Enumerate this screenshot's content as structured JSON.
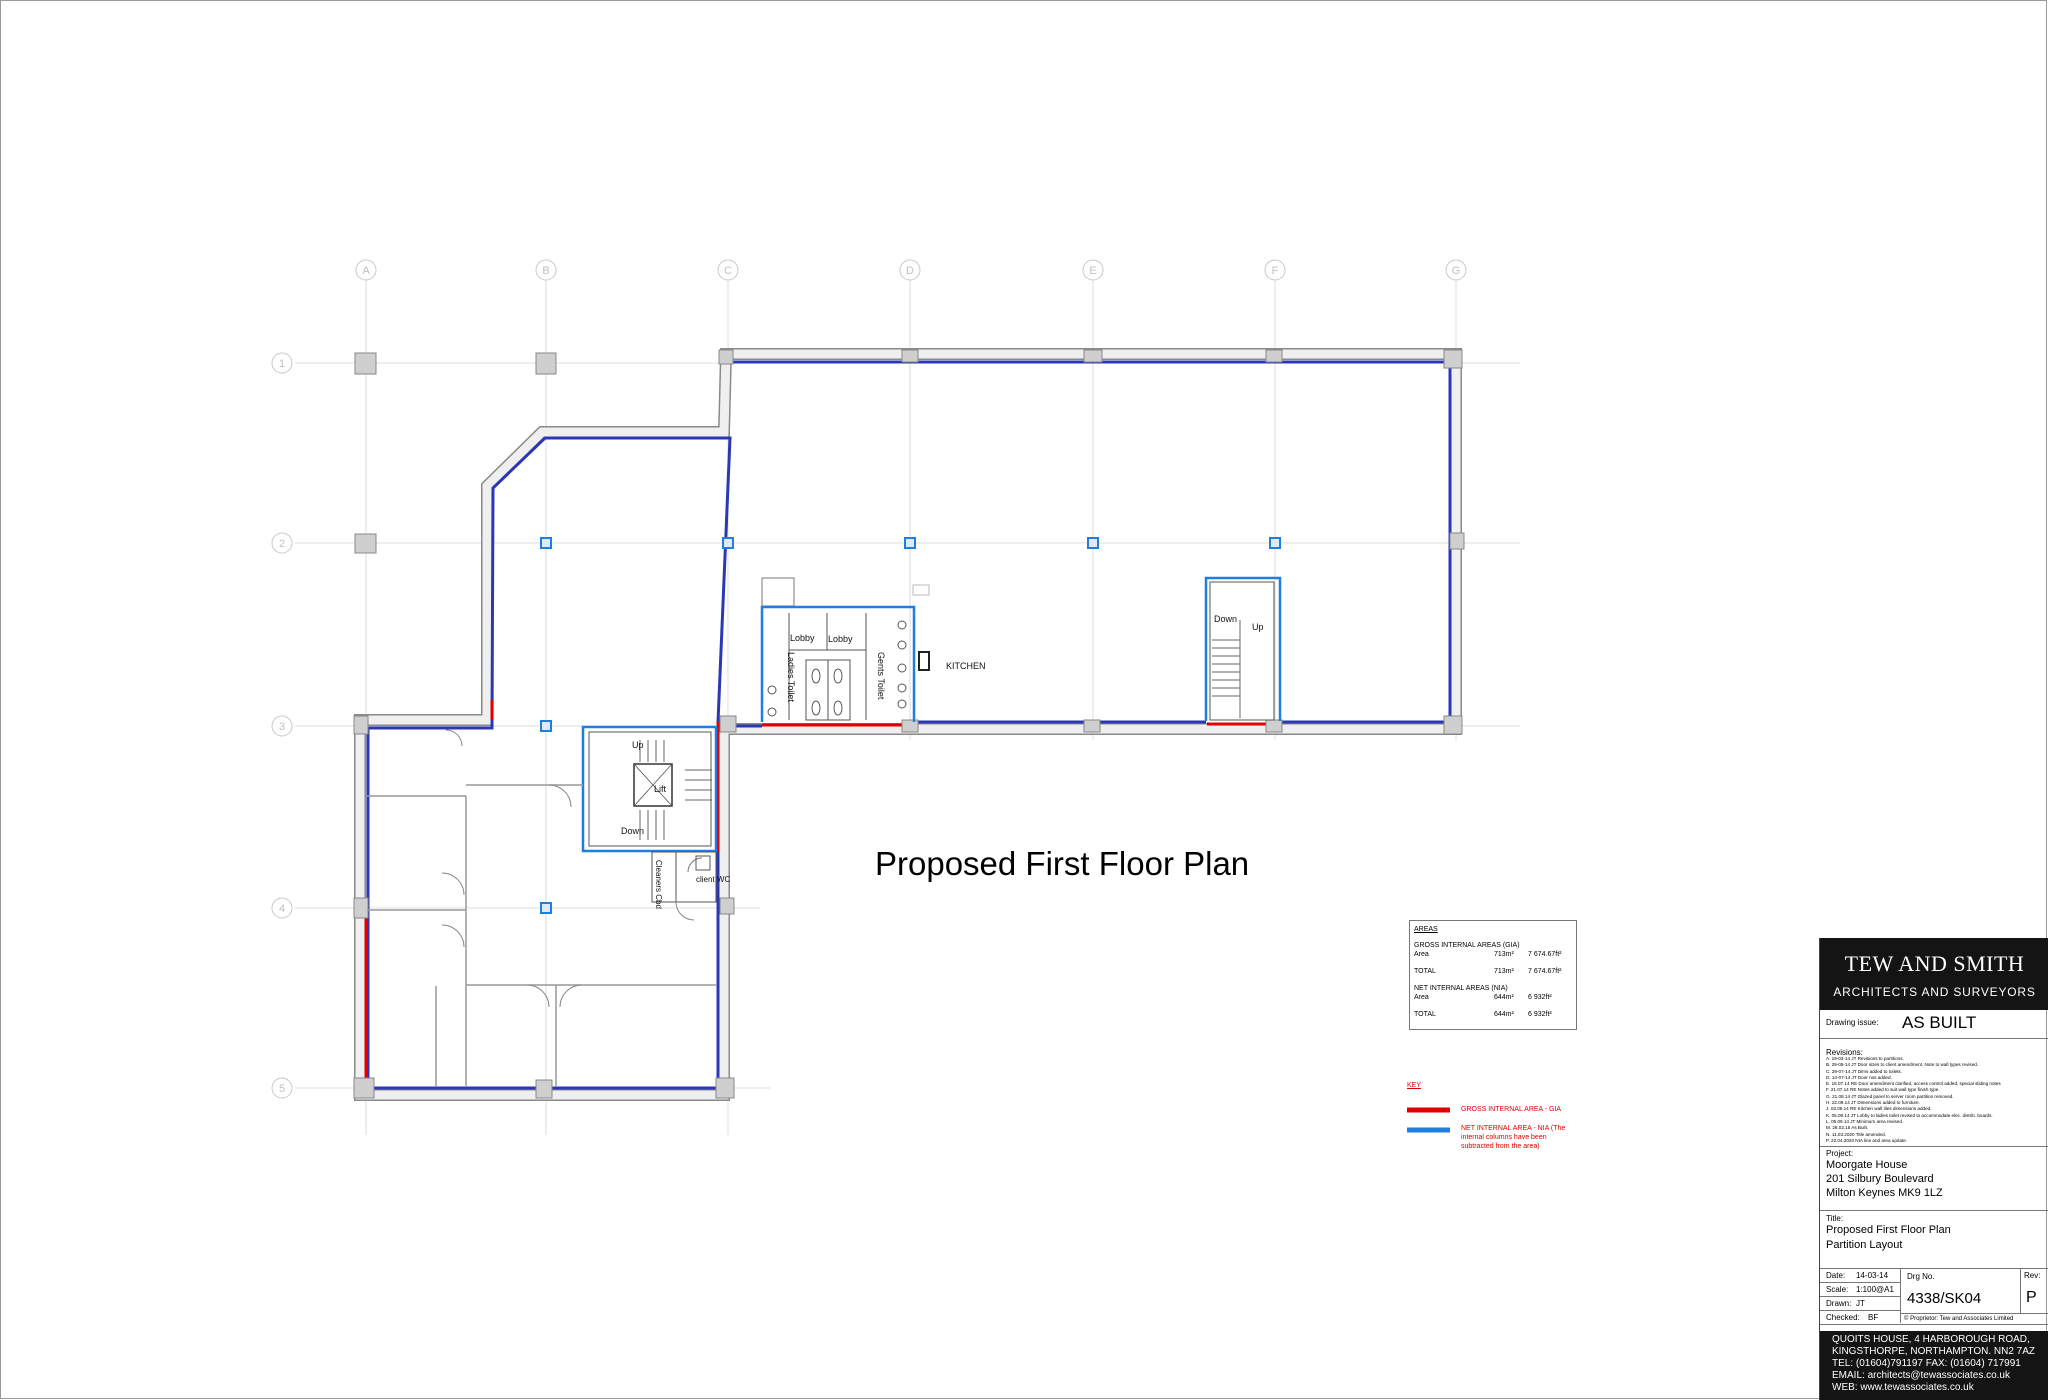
{
  "drawing": {
    "title": "Proposed First Floor Plan",
    "grid_columns": [
      "A",
      "B",
      "C",
      "D",
      "E",
      "F",
      "G"
    ],
    "grid_rows": [
      "1",
      "2",
      "3",
      "4",
      "5"
    ],
    "room_labels": {
      "kitchen": "KITCHEN",
      "lobby_1": "Lobby",
      "lobby_2": "Lobby",
      "ladies_toilet": "Ladies Toilet",
      "gents_toilet": "Gents Toilet",
      "stair_east_down": "Down",
      "stair_east_up": "Up",
      "core_up": "Up",
      "core_lift": "Lift",
      "core_down": "Down",
      "cleaners": "Cleaners Cbd",
      "client_wc": "client WC"
    }
  },
  "areas_table": {
    "heading": "AREAS",
    "gia_heading": "GROSS INTERNAL AREAS (GIA)",
    "gia_area_label": "Area",
    "gia_area_m2": "713m²",
    "gia_area_ft2": "7 674.67ft²",
    "gia_total_label": "TOTAL",
    "gia_total_m2": "713m²",
    "gia_total_ft2": "7 674.67ft²",
    "nia_heading": "NET INTERNAL AREAS (NIA)",
    "nia_area_label": "Area",
    "nia_area_m2": "644m²",
    "nia_area_ft2": "6 932ft²",
    "nia_total_label": "TOTAL",
    "nia_total_m2": "644m²",
    "nia_total_ft2": "6 932ft²"
  },
  "key": {
    "heading": "KEY",
    "gia_label": "GROSS INTERNAL AREA - GIA",
    "nia_label_1": "NET INTERNAL AREA - NIA (The",
    "nia_label_2": "internal columns have been",
    "nia_label_3": "subtracted from the area)",
    "gia_color": "#e00000",
    "nia_color": "#1e7fe0"
  },
  "title_block": {
    "firm": "TEW AND SMITH",
    "firm_sub": "ARCHITECTS AND SURVEYORS",
    "issue_label": "Drawing issue:",
    "issue_value": "AS BUILT",
    "revisions_label": "Revisions:",
    "revisions": [
      "A. 19-03-14 JT Revisions to partitions.",
      "B. 29-05-14 JT Door sizes to client amendment. Note to wall types revised.",
      "C. 29-07-14 JT Dims added to toilets.",
      "D. 14-07-14 JT Door nos added.",
      "E. 16.07.14 RE Door amendment clarified, access control added, special sliding notes",
      "F. 21.07.14 RE Notes added to suit wall type finish type.",
      "G. 21.08.14 JT Glazed panel to server room partition removed.",
      "H. 22.09.14 JT Dimensions added to furniture.",
      "J. 03.09.14 RE Kitchen wall tiles dimensions added.",
      "K. 05.09.14 JT Lobby to ladies toilet revised to accommodate elec. distrib. boards.",
      "L. 05.09.14 JT Minimum area revised.",
      "M. 28.02.15 As Built.",
      "N. 11.03.2020 Title amended.",
      "P. 22.04.2020 NIA line and area update."
    ],
    "project_label": "Project:",
    "project_lines": [
      "Moorgate House",
      "201 Silbury Boulevard",
      "Milton Keynes MK9 1LZ"
    ],
    "title_label": "Title:",
    "title_lines": [
      "Proposed First Floor Plan",
      "Partition Layout"
    ],
    "date_label": "Date:",
    "date_value": "14-03-14",
    "scale_label": "Scale:",
    "scale_value": "1:100@A1",
    "drawn_label": "Drawn:",
    "drawn_value": "JT",
    "checked_label": "Checked:",
    "checked_value": "BF",
    "drg_label": "Drg No.",
    "drg_value": "4338/SK04",
    "rev_label": "Rev:",
    "rev_value": "P",
    "copyright": "© Proprietor: Tew and Associates Limited",
    "address": [
      "QUOITS HOUSE, 4 HARBOROUGH ROAD,",
      "KINGSTHORPE, NORTHAMPTON. NN2 7AZ",
      "TEL: (01604)791197 FAX: (01604) 717991",
      "EMAIL: architects@tewassociates.co.uk",
      "WEB:    www.tewassociates.co.uk"
    ]
  }
}
